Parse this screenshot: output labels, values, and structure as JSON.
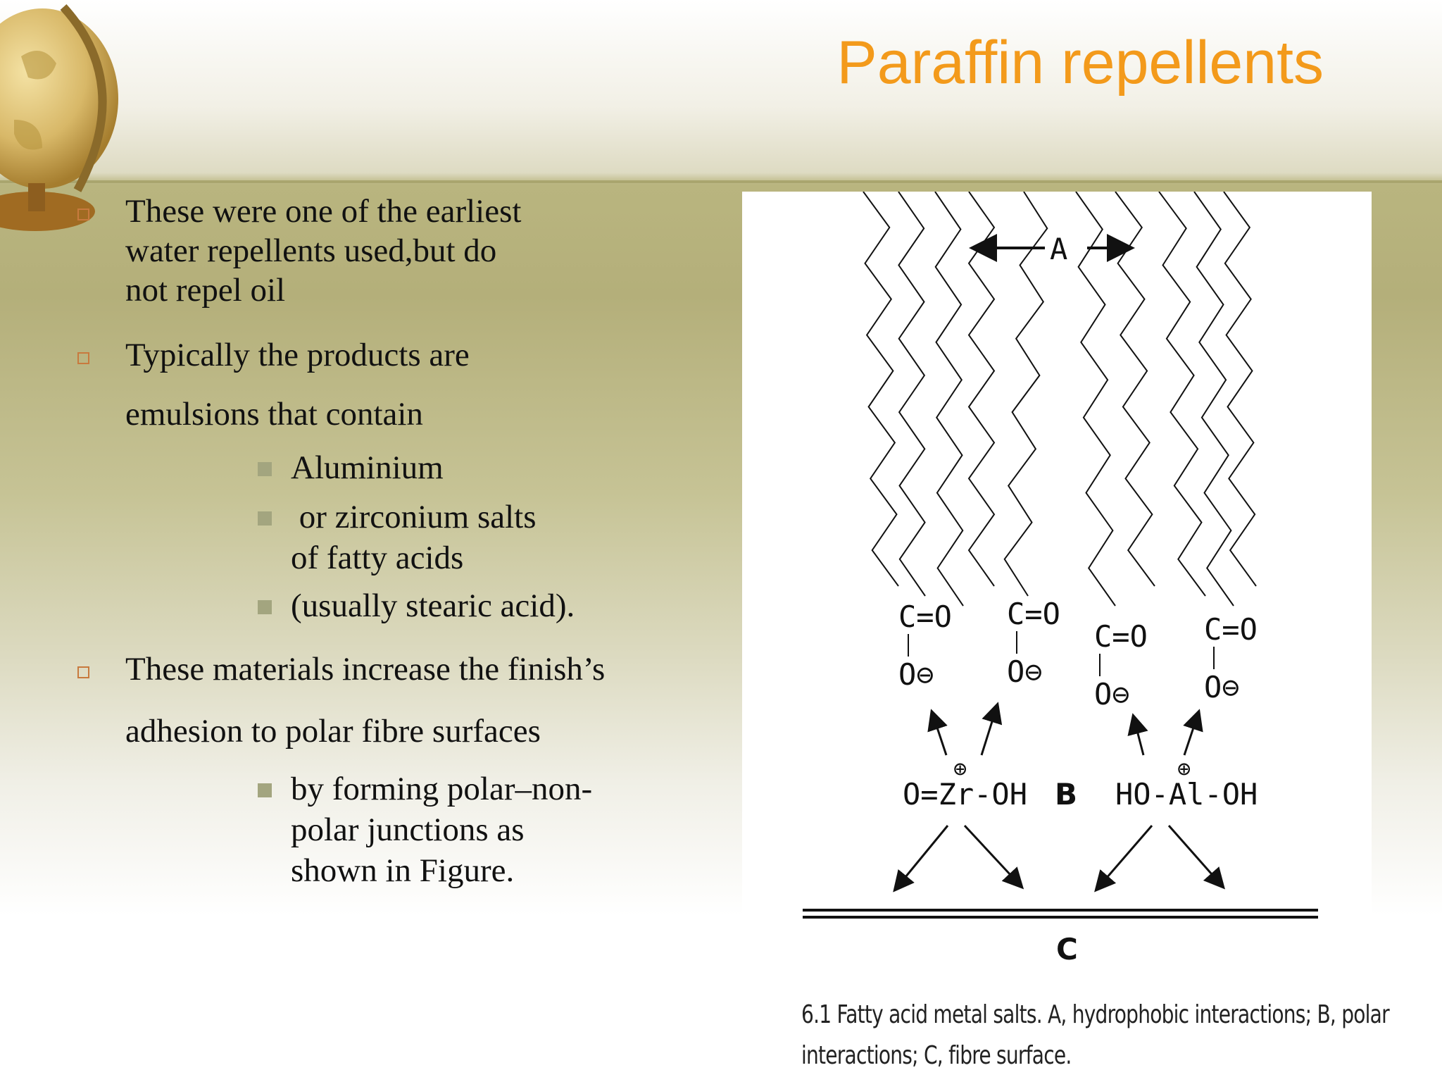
{
  "slide": {
    "title": "Paraffin repellents",
    "bullets": [
      {
        "lines": [
          "These were one of the  earliest",
          "water repellents  used,but do",
          "not repel oil"
        ]
      },
      {
        "lines": [
          "Typically the products are",
          "emulsions that contain"
        ],
        "sub": [
          {
            "lines": [
              "Aluminium"
            ]
          },
          {
            "lines": [
              " or zirconium salts",
              "of fatty  acids"
            ]
          },
          {
            "lines": [
              "(usually stearic acid)."
            ]
          }
        ]
      },
      {
        "lines": [
          "These materials increase the finish’s",
          "adhesion to polar  fibre surfaces"
        ],
        "sub": [
          {
            "lines": [
              "by forming polar–non-",
              "polar  junctions as",
              "shown in Figure."
            ]
          }
        ]
      }
    ]
  },
  "figure": {
    "label_a": "A",
    "label_b": "B",
    "label_c": "C",
    "carbonyl": "C=O",
    "anion": "O⊖",
    "plus": "⊕",
    "zr_formula": "O=Zr-OH",
    "al_formula": "HO-Al-OH",
    "caption_line1": "6.1 Fatty acid metal salts. A, hydrophobic interactions; B, polar",
    "caption_line2": "interactions; C, fibre surface."
  },
  "colors": {
    "title": "#f39a1b",
    "bullet_square": "#c87a3e",
    "sub_bullet": "#a3a57f"
  },
  "icons": {
    "decoration": "globe-icon"
  }
}
